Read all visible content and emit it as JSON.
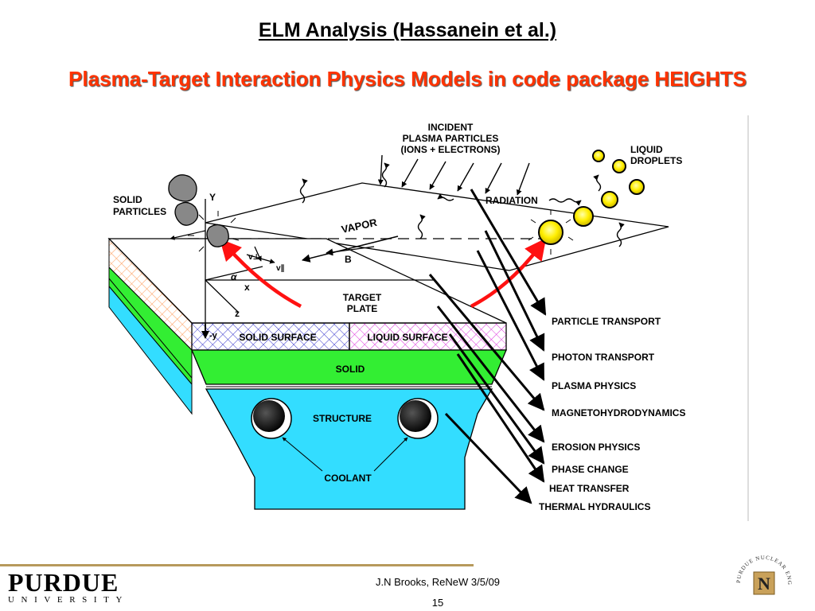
{
  "header": {
    "title": "ELM Analysis (Hassanein et al.)",
    "subtitle": "Plasma-Target Interaction Physics Models in code package HEIGHTS"
  },
  "diagram": {
    "incident_label": [
      "INCIDENT",
      "PLASMA PARTICLES",
      "(IONS + ELECTRONS)"
    ],
    "liquid_droplets_label": [
      "LIQUID",
      "DROPLETS"
    ],
    "solid_particles_label": [
      "SOLID",
      "PARTICLES"
    ],
    "radiation_label": "RADIATION",
    "vapor_label": "VAPOR",
    "b_label": "B",
    "target_plate_label": [
      "TARGET",
      "PLATE"
    ],
    "axis_y": "Y",
    "axis_x": "x",
    "axis_z": "z",
    "axis_neg_y": "-y",
    "alpha": "α",
    "v_perp": "v⊥",
    "v_par": "v∥",
    "solid_surface_label": "SOLID SURFACE",
    "liquid_surface_label": "LIQUID SURFACE",
    "solid_label": "SOLID",
    "structure_label": "STRUCTURE",
    "coolant_label": "COOLANT",
    "models": [
      "PARTICLE TRANSPORT",
      "PHOTON TRANSPORT",
      "PLASMA PHYSICS",
      "MAGNETOHYDRODYNAMICS",
      "EROSION PHYSICS",
      "PHASE CHANGE",
      "HEAT TRANSFER",
      "THERMAL HYDRAULICS"
    ],
    "colors": {
      "solid_green": "#33ee33",
      "structure_cyan": "#33ddff",
      "solid_surface_hatch": "#3333cc",
      "liquid_surface_hatch": "#dd33dd",
      "droplet_yellow": "#ffee00",
      "arrow_red": "#ff1111",
      "hatch_orange": "#ff9955"
    }
  },
  "footer": {
    "logo_word": "PURDUE",
    "logo_sub": "UNIVERSITY",
    "credit": "J.N Brooks, ReNeW 3/5/09",
    "page_number": "15",
    "dept_logo_text": "PURDUE NUCLEAR ENGINEERING",
    "dept_logo_letter": "N"
  }
}
